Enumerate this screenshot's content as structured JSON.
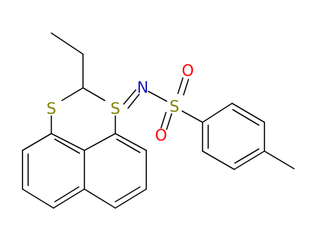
{
  "molecule": {
    "atoms": {
      "s_ring": {
        "symbol": "S",
        "color": "#808000"
      },
      "s_ylide": {
        "symbol": "S",
        "color": "#808000"
      },
      "n": {
        "symbol": "N",
        "color": "#2020c0"
      },
      "s_sulfonyl": {
        "symbol": "S",
        "color": "#808000"
      },
      "o_top": {
        "symbol": "O",
        "color": "#ff0000"
      },
      "o_bottom": {
        "symbol": "O",
        "color": "#ff0000"
      }
    },
    "bond_color": "#000000"
  }
}
